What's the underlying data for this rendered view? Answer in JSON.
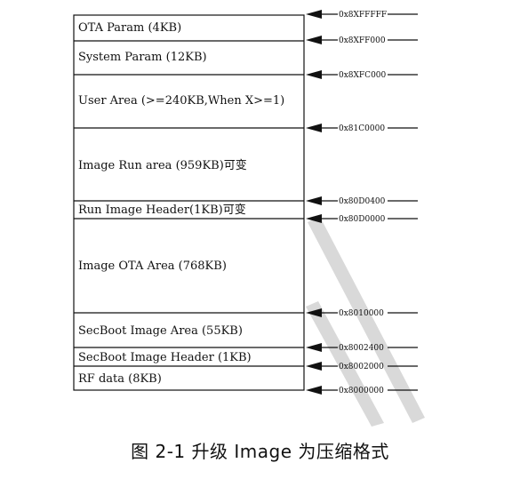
{
  "memory_map": {
    "regions": [
      {
        "label": "OTA Param  (4KB)"
      },
      {
        "label": "System Param (12KB)"
      },
      {
        "label": "User Area (>=240KB,When X>=1)"
      },
      {
        "label": "Image Run area (959KB)可变"
      },
      {
        "label": "Run Image Header(1KB)可变"
      },
      {
        "label": "Image OTA Area (768KB)"
      },
      {
        "label": "SecBoot Image Area (55KB)"
      },
      {
        "label": "SecBoot Image Header (1KB)"
      },
      {
        "label": "RF data (8KB)"
      }
    ],
    "addresses": [
      {
        "label": "0x8XFFFFF"
      },
      {
        "label": "0x8XFF000"
      },
      {
        "label": "0x8XFC000"
      },
      {
        "label": "0x81C0000"
      },
      {
        "label": "0x80D0400"
      },
      {
        "label": "0x80D0000"
      },
      {
        "label": "0x8010000"
      },
      {
        "label": "0x8002400"
      },
      {
        "label": "0x8002000"
      },
      {
        "label": "0x8000000"
      }
    ]
  },
  "caption": "图 2-1 升级 Image 为压缩格式",
  "colors": {
    "line": "#111111",
    "watermark": "#d9d9d9"
  }
}
